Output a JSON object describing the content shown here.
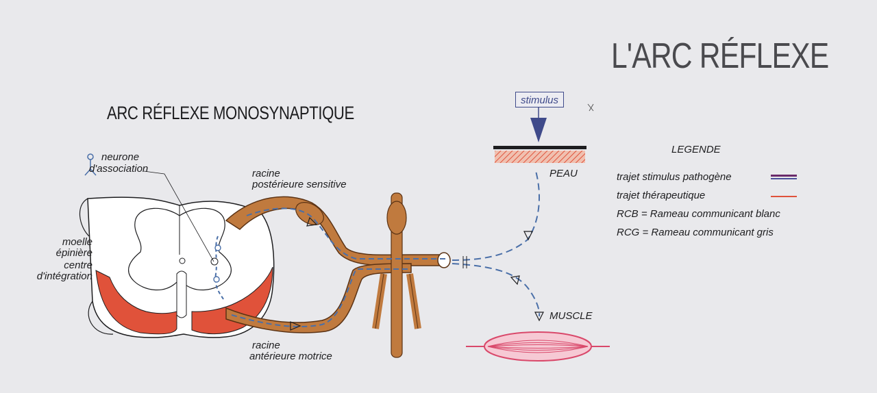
{
  "title": "L'ARC RÉFLEXE",
  "subtitle": "ARC RÉFLEXE MONOSYNAPTIQUE",
  "labels": {
    "neurone": "neurone",
    "association": "d'association",
    "racine_post_1": "racine",
    "racine_post_2": "postérieure sensitive",
    "moelle_1": "moelle",
    "moelle_2": "épinière",
    "centre_1": "centre",
    "centre_2": "d'intégration",
    "racine_ant_1": "racine",
    "racine_ant_2": "antérieure motrice",
    "stimulus": "stimulus",
    "peau": "PEAU",
    "muscle": "MUSCLE"
  },
  "legend": {
    "title": "LEGENDE",
    "items": [
      {
        "label": "trajet stimulus pathogène",
        "color": "#4a4f9a"
      },
      {
        "label": "trajet thérapeutique",
        "color": "#e0523a"
      },
      {
        "label": "RCB = Rameau communicant blanc"
      },
      {
        "label": "RCG = Rameau communicant gris"
      }
    ]
  },
  "colors": {
    "nerve": "#c07a3e",
    "nerve_dark": "#8a4f22",
    "grey_matter_red": "#e0523a",
    "pathway_blue": "#4a6fa8",
    "muscle": "#d9486a"
  }
}
